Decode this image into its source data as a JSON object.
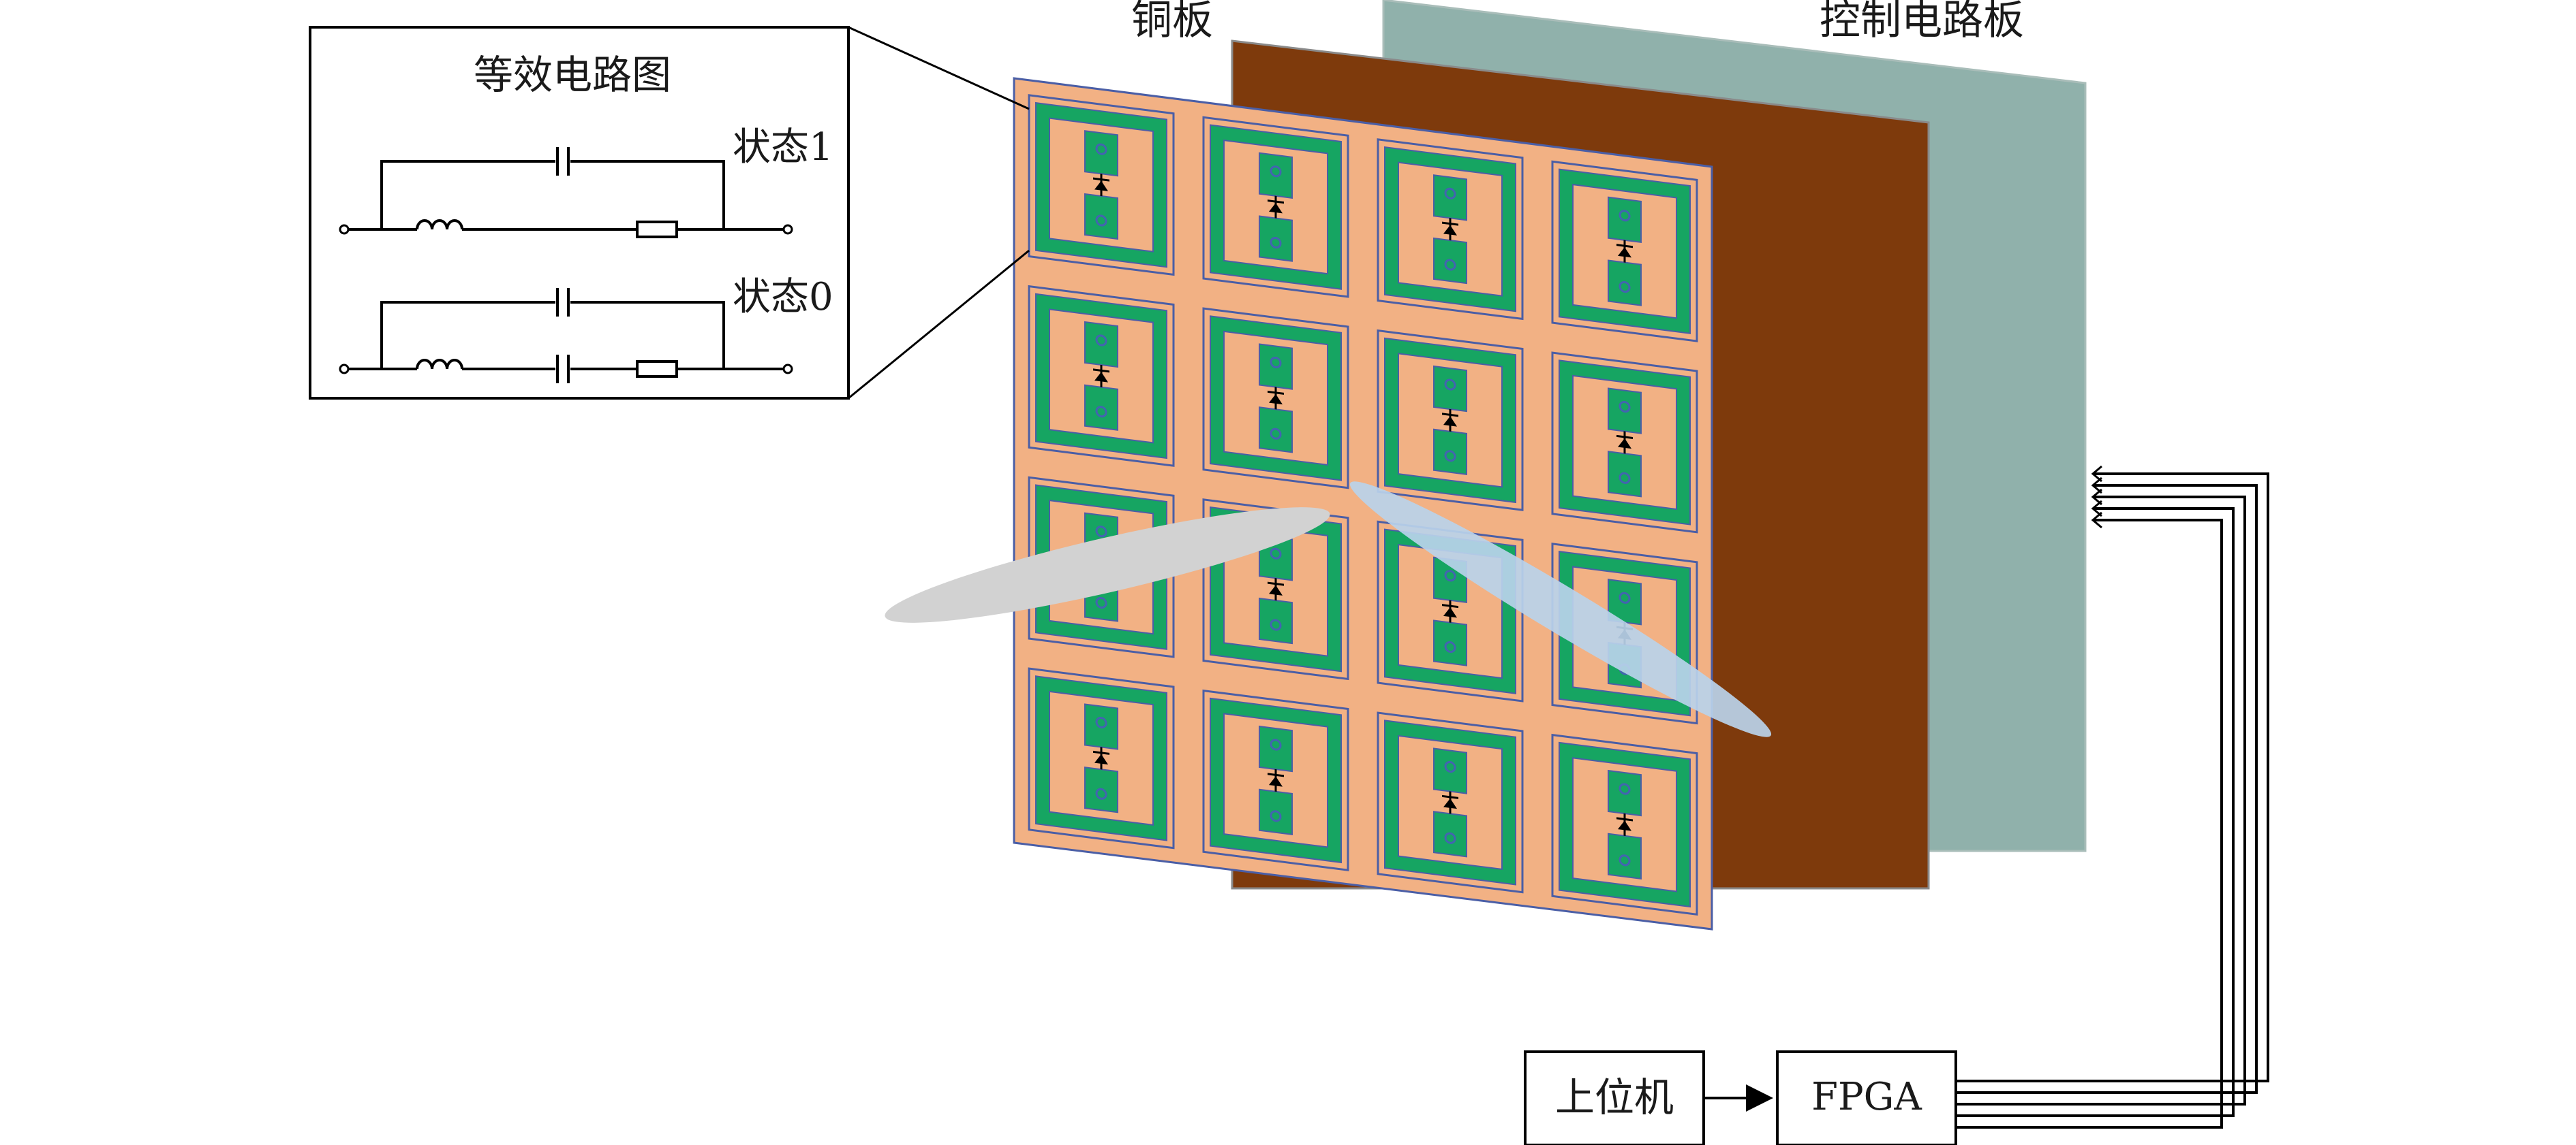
{
  "labels": {
    "copper_plate": "铜板",
    "control_board": "控制电路板",
    "circuit_title": "等效电路图",
    "state1": "状态1",
    "state0": "状态0",
    "host": "上位机",
    "fpga": "FPGA"
  },
  "colors": {
    "metasurface": "#F2B184",
    "metasurface_border": "#4A5EA6",
    "copper": "#7E3A0C",
    "control_board": "#90B1AB",
    "patch_green": "#16A562",
    "via_blue": "#4364B0",
    "beam_gray": "#D2D2D2",
    "beam_blue": "#BAD3EA"
  },
  "metasurface": {
    "rows": 4,
    "cols": 4
  },
  "icons": [
    "pin-diode-icon",
    "capacitor-icon",
    "inductor-icon",
    "resistor-icon",
    "arrow-icon"
  ]
}
